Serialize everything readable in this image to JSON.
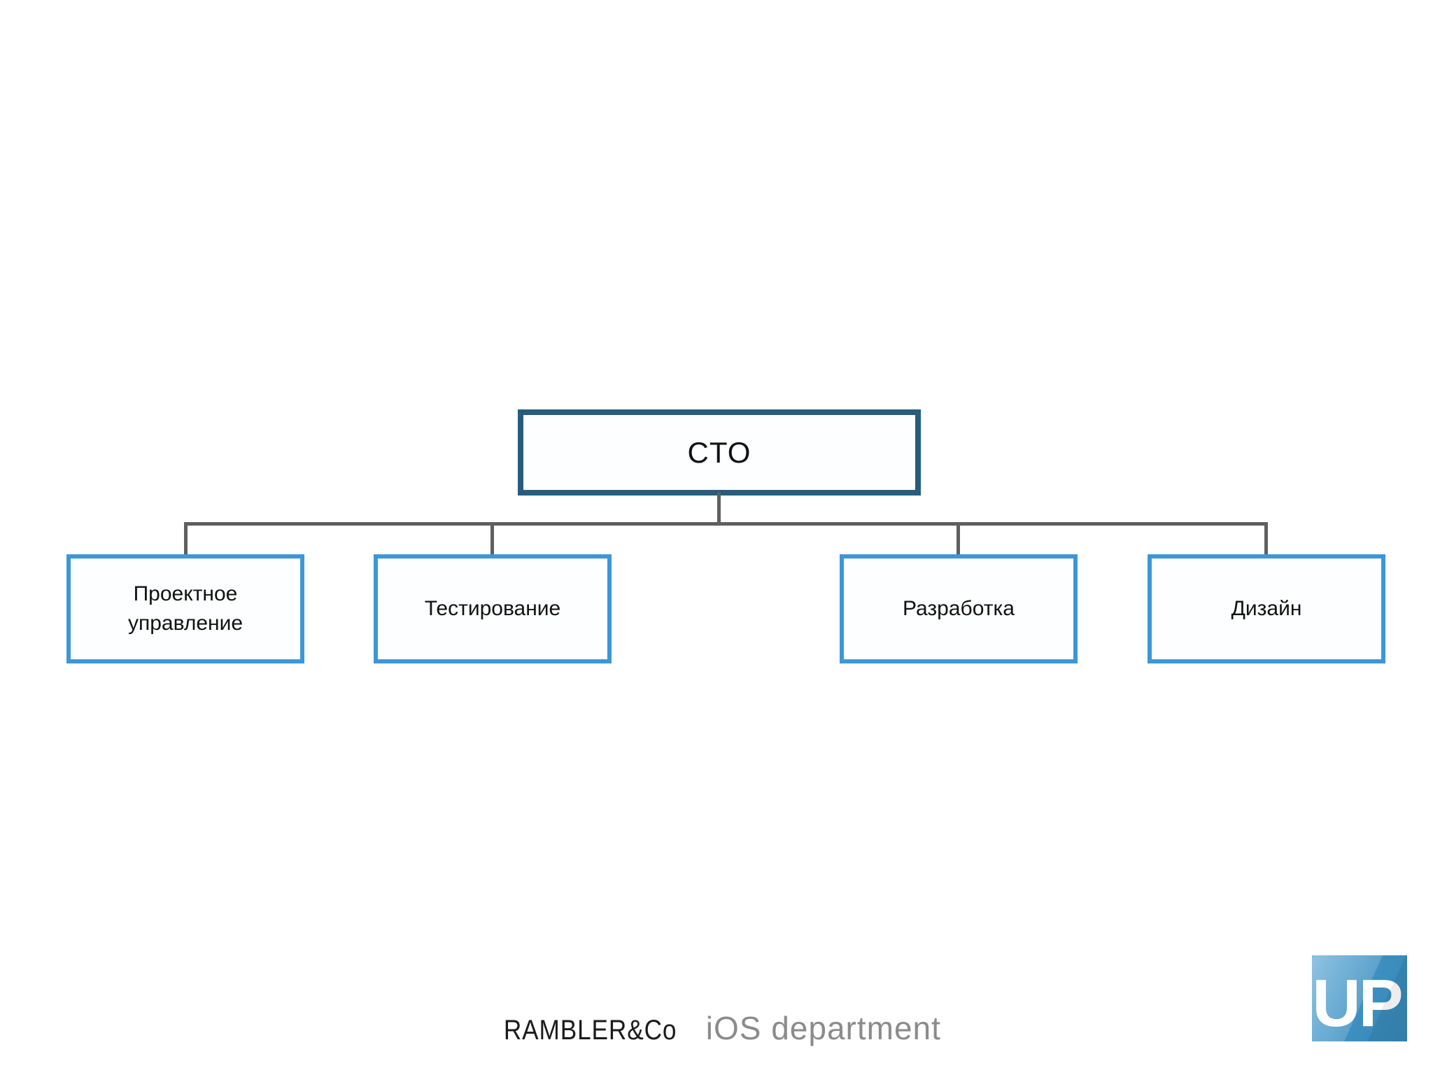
{
  "org_chart": {
    "root": {
      "label": "CTO"
    },
    "children": [
      {
        "label": "Проектное управление"
      },
      {
        "label": "Тестирование"
      },
      {
        "label": "Разработка"
      },
      {
        "label": "Дизайн"
      }
    ]
  },
  "footer": {
    "brand": "RAMBLER&Co",
    "subtitle": "iOS department",
    "logo_text": "UP"
  },
  "colors": {
    "root-border": "#265d7e",
    "child-border": "#3d97d6",
    "connector": "#5f5f5f",
    "subtitle-gray": "#8b8b8b",
    "logo-blue": "#3d8fc0"
  }
}
